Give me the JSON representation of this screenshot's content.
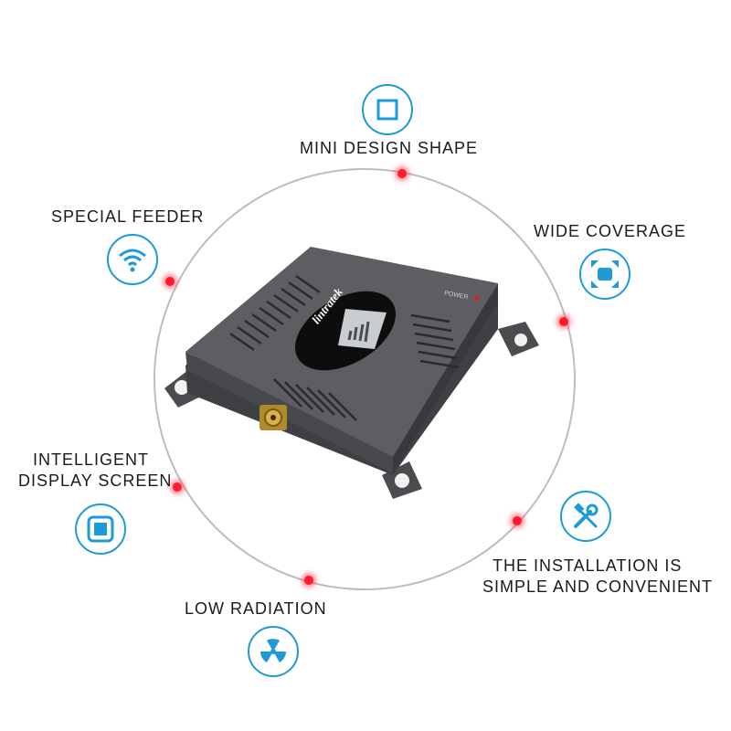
{
  "features": {
    "mini_design": "MINI DESIGN SHAPE",
    "special_feeder": "SPECIAL FEEDER",
    "wide_coverage": "WIDE COVERAGE",
    "intelligent_display_line1": "INTELLIGENT",
    "intelligent_display_line2": "DISPLAY SCREEN",
    "installation_line1": "THE INSTALLATION IS",
    "installation_line2": "SIMPLE AND CONVENIENT",
    "low_radiation": "LOW RADIATION"
  },
  "device": {
    "brand": "lintratek",
    "power_label": "POWER"
  },
  "icons": {
    "mini_design": "square-icon",
    "special_feeder": "wifi-icon",
    "wide_coverage": "expand-arrows-icon",
    "intelligent_display": "screen-icon",
    "installation": "wrench-screwdriver-icon",
    "low_radiation": "radiation-icon"
  },
  "colors": {
    "accent": "#1e9ad6",
    "dot": "#ff1a2e",
    "device": "#55575b"
  }
}
